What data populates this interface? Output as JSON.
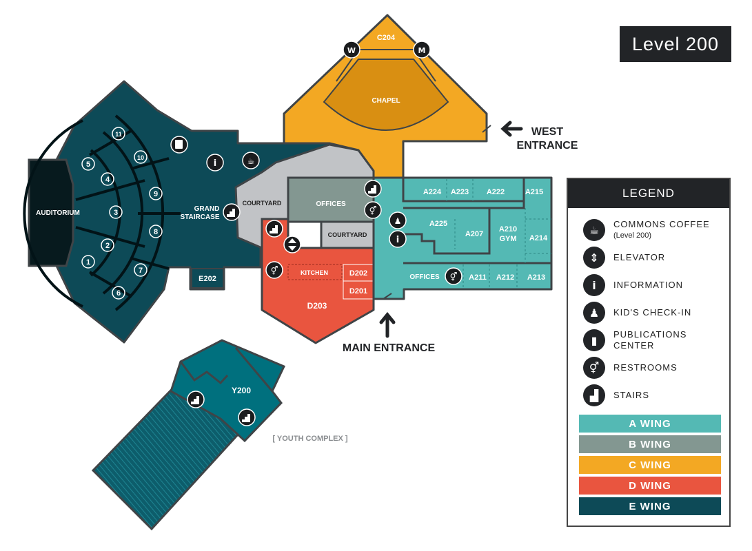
{
  "level_title": "Level 200",
  "colors": {
    "a_wing": "#54b9b4",
    "b_wing": "#839791",
    "c_wing": "#f3a823",
    "d_wing": "#e9553f",
    "e_wing": "#0d4a57",
    "youth": "#00707e",
    "courtyard": "#c1c3c6",
    "auditorium": "#071a1e"
  },
  "rooms": {
    "auditorium": "AUDITORIUM",
    "grand_staircase_1": "GRAND",
    "grand_staircase_2": "STAIRCASE",
    "e202": "E202",
    "courtyard_1": "COURTYARD",
    "courtyard_2": "COURTYARD",
    "offices_b": "OFFICES",
    "c204": "C204",
    "chapel": "CHAPEL",
    "kitchen": "KITCHEN",
    "d202": "D202",
    "d201": "D201",
    "d203": "D203",
    "a224": "A224",
    "a223": "A223",
    "a222": "A222",
    "a215": "A215",
    "a225": "A225",
    "a207": "A207",
    "a210_1": "A210",
    "a210_2": "GYM",
    "a214": "A214",
    "offices_a": "OFFICES",
    "a211": "A211",
    "a212": "A212",
    "a213": "A213",
    "y200": "Y200",
    "youth_complex": "[ YOUTH COMPLEX ]"
  },
  "seating_sections": [
    "1",
    "2",
    "3",
    "4",
    "5",
    "6",
    "7",
    "8",
    "9",
    "10",
    "11"
  ],
  "entrances": {
    "west_1": "WEST",
    "west_2": "ENTRANCE",
    "main": "MAIN ENTRANCE"
  },
  "legend": {
    "title": "LEGEND",
    "items": [
      {
        "icon": "coffee-icon",
        "label": "COMMONS COFFEE",
        "sub": "(Level 200)"
      },
      {
        "icon": "elevator-icon",
        "label": "ELEVATOR",
        "sub": ""
      },
      {
        "icon": "information-icon",
        "label": "INFORMATION",
        "sub": ""
      },
      {
        "icon": "kids-checkin-icon",
        "label": "KID'S CHECK-IN",
        "sub": ""
      },
      {
        "icon": "publications-icon",
        "label": "PUBLICATIONS",
        "sub": "CENTER"
      },
      {
        "icon": "restrooms-icon",
        "label": "RESTROOMS",
        "sub": ""
      },
      {
        "icon": "stairs-icon",
        "label": "STAIRS",
        "sub": ""
      }
    ],
    "wings": [
      "A WING",
      "B WING",
      "C WING",
      "D WING",
      "E WING"
    ]
  }
}
